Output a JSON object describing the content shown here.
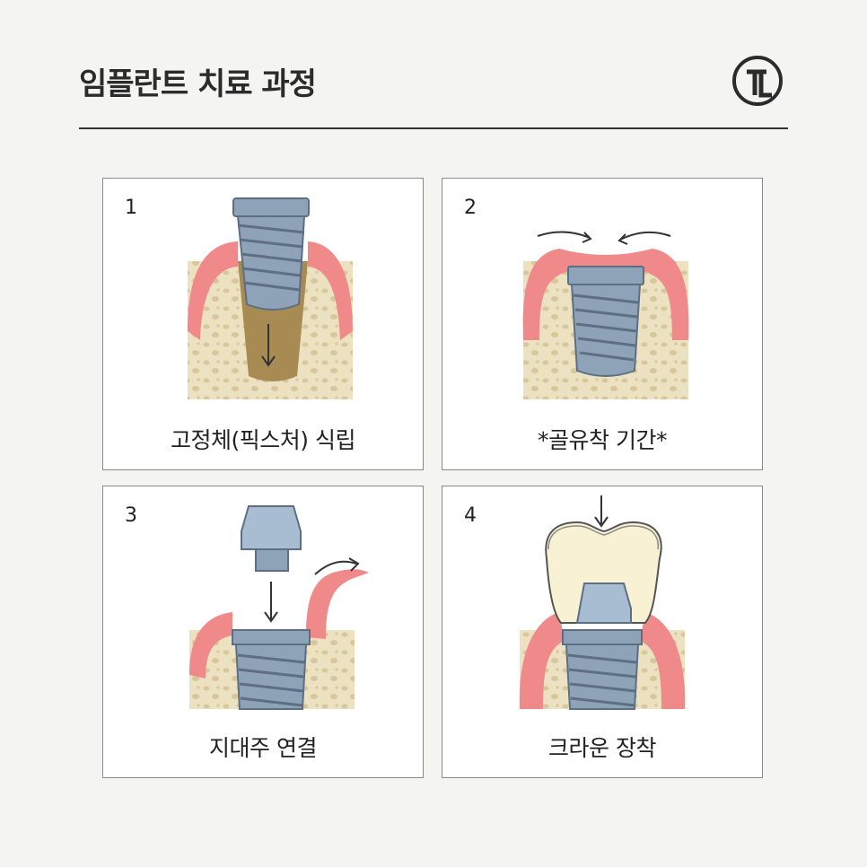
{
  "header": {
    "title": "임플란트 치료 과정"
  },
  "steps": [
    {
      "number": "1",
      "caption": "고정체(픽스처) 식립"
    },
    {
      "number": "2",
      "caption": "*골유착 기간*"
    },
    {
      "number": "3",
      "caption": "지대주 연결"
    },
    {
      "number": "4",
      "caption": "크라운 장착"
    }
  ],
  "colors": {
    "gum": "#f08a8a",
    "gum_light": "#fbd0cc",
    "bone": "#ece2c1",
    "bone_spot": "#d8c79a",
    "implant": "#8fa3b8",
    "implant_dark": "#5d6f82",
    "socket": "#a88b52",
    "crown": "#f8f1d4"
  }
}
